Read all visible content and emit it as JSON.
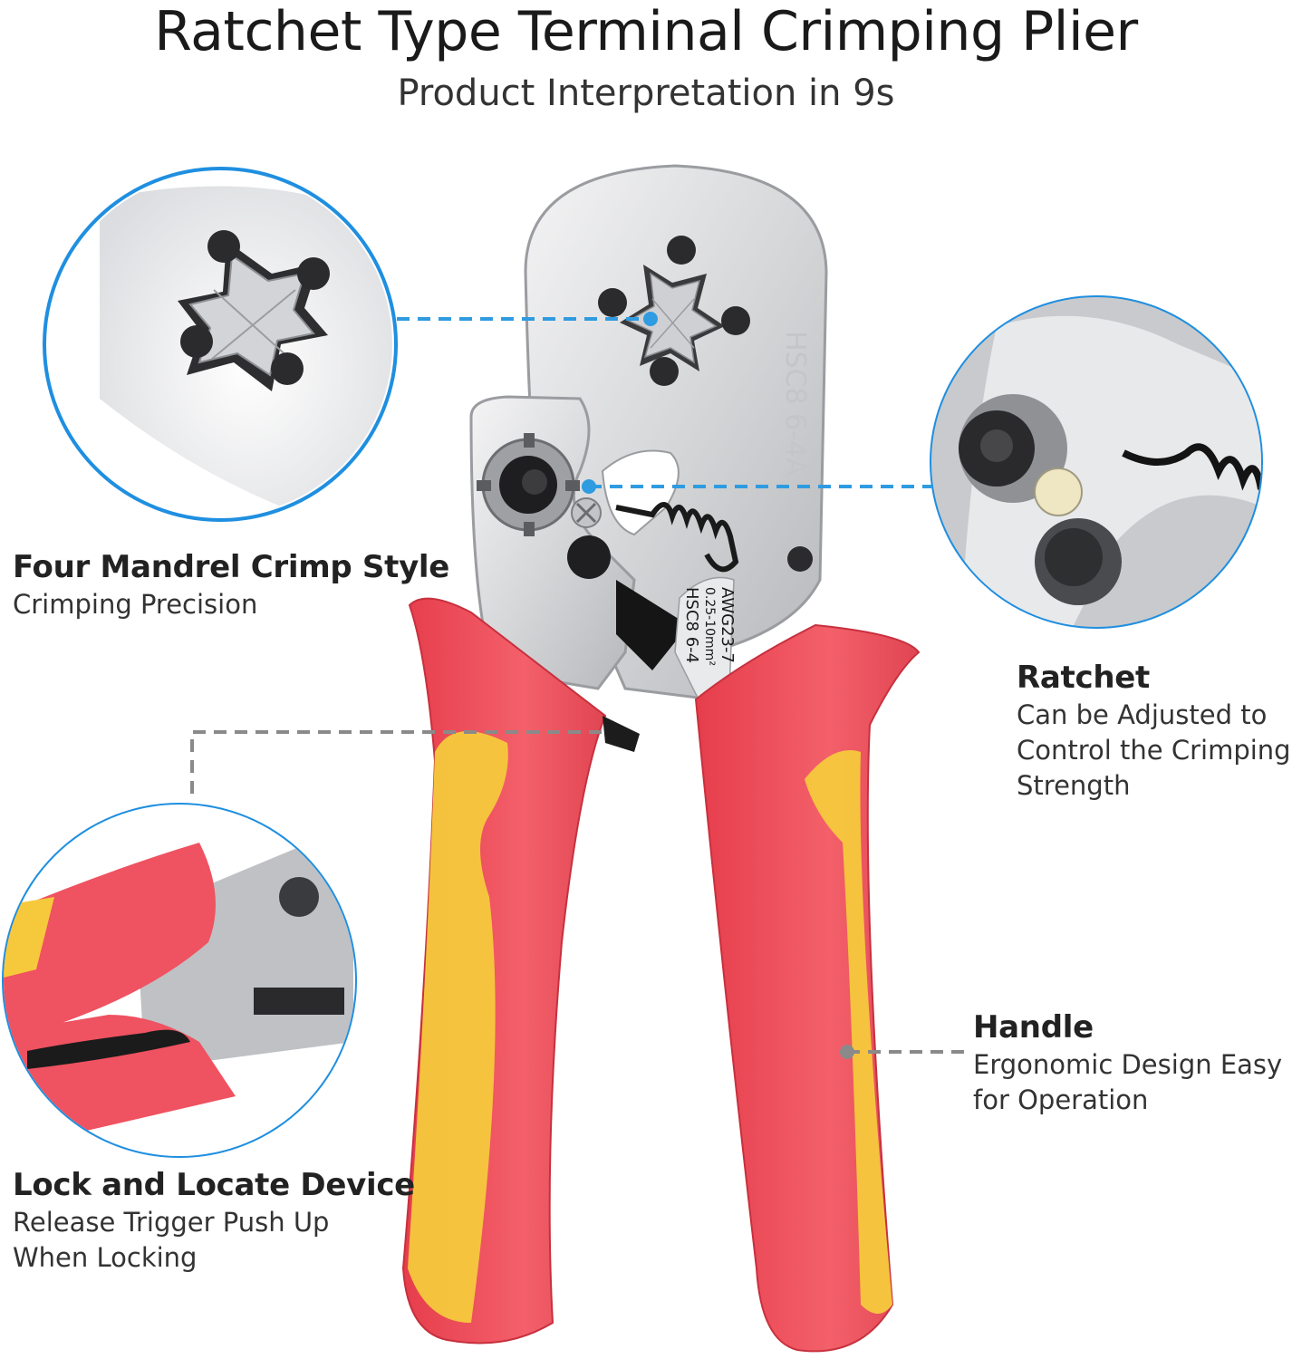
{
  "header": {
    "title": "Ratchet Type Terminal Crimping Plier",
    "subtitle": "Product Interpretation in 9s"
  },
  "callouts": {
    "mandrel": {
      "title": "Four Mandrel Crimp Style",
      "desc": "Crimping Precision"
    },
    "ratchet": {
      "title": "Ratchet",
      "desc_lines": [
        "Can be Adjusted to",
        "Control the Crimping",
        "Strength"
      ]
    },
    "handle": {
      "title": "Handle",
      "desc_lines": [
        "Ergonomic Design Easy",
        "for Operation"
      ]
    },
    "lock": {
      "title": "Lock and Locate Device",
      "desc_lines": [
        "Release Trigger Push Up",
        "When Locking"
      ]
    }
  },
  "engraving": {
    "head_mark": "HSC8 6-4A",
    "model": "HSC8 6-4",
    "range": "0.25-10mm²",
    "awg": "AWG23-7"
  },
  "colors": {
    "handle_red": "#f04e5a",
    "handle_yellow": "#f6c93c",
    "steel": "#d9dadc",
    "blue_leader": "#2f9be0",
    "gray_leader": "#8a8a8a",
    "ring_blue": "#1f8fe0"
  }
}
